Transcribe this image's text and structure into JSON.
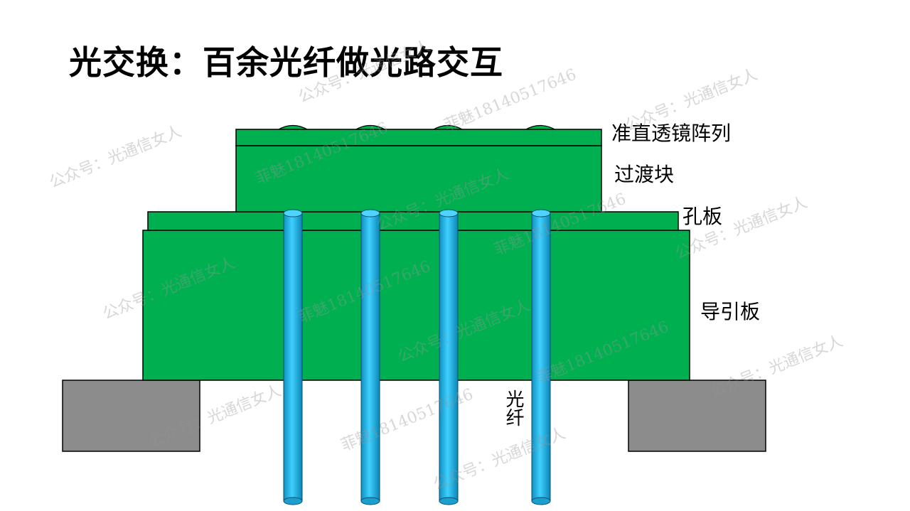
{
  "title": "光交换：百余光纤做光路交互",
  "labels": {
    "collimator": "准直透镜阵列",
    "transition": "过渡块",
    "hole_plate": "孔板",
    "guide_plate": "导引板",
    "fiber": "光纤"
  },
  "watermarks": {
    "account": "公众号：光通信女人",
    "contact": "菲魅18140517646"
  },
  "colors": {
    "plate_green": "#00b050",
    "fiber_blue": "#1fb6e6",
    "support_gray": "#8c8c8c",
    "outline": "#000000"
  }
}
